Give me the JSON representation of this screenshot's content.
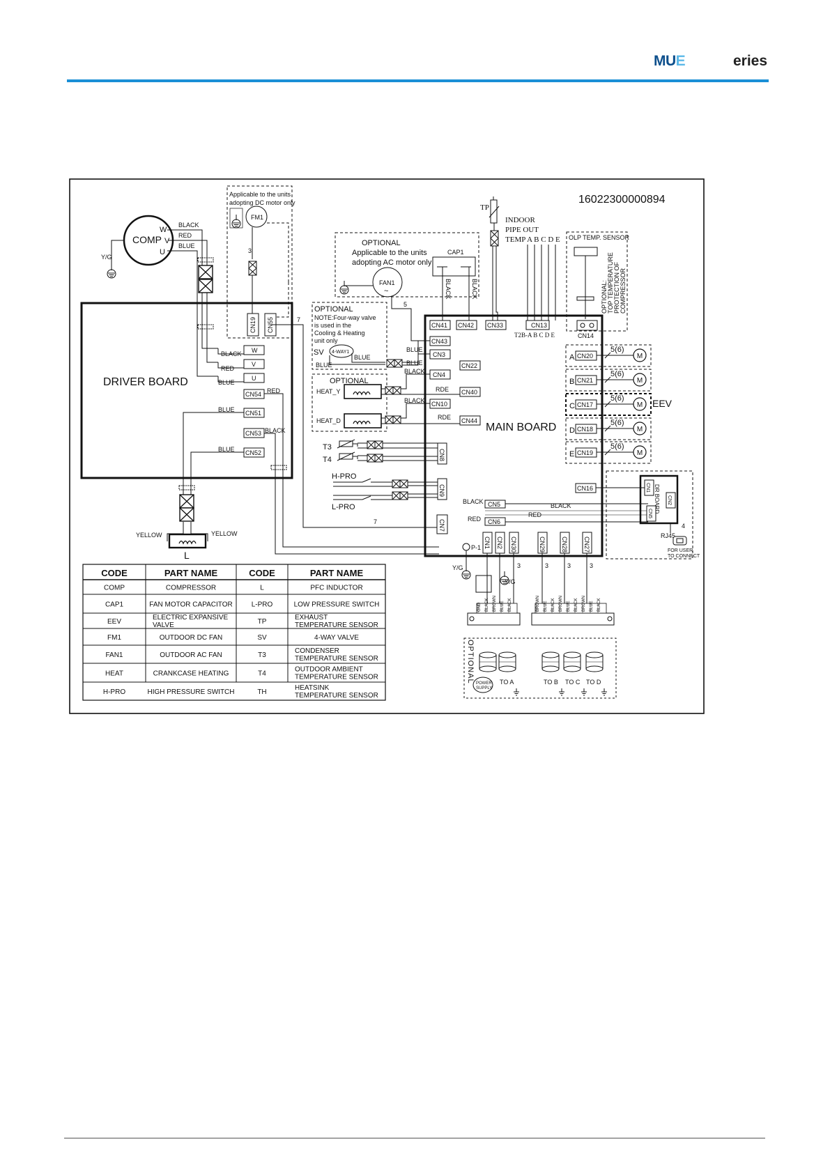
{
  "header": {
    "brand_mu": "MU",
    "brand_e": "E",
    "brand_suffix": "eries"
  },
  "diagram": {
    "code_number": "16022300000894",
    "comp": {
      "label": "COMP",
      "w": "W",
      "v": "V",
      "u": "U"
    },
    "yg": "Y/G",
    "fm1_note": [
      "Applicable to the units",
      "adopting DC  motor only"
    ],
    "fm1": "FM1",
    "wire": {
      "black": "BLACK",
      "red": "RED",
      "blue": "BLUE",
      "rde": "RDE",
      "yellow": "YELLOW"
    },
    "optional_ac": {
      "title": "OPTIONAL",
      "line1": "Applicable to the units",
      "line2": "adopting AC  motor only",
      "cap1": "CAP1",
      "fan1": "FAN1"
    },
    "tp": {
      "label": "TP",
      "indoor": [
        "INDOOR",
        "PIPE OUT",
        "TEMP A  B C D E"
      ],
      "t2b": "T2B-A  B  C  D E"
    },
    "olp": {
      "title": "OLP TEMP. SENSOR",
      "vertical": [
        "OPTIONAL:",
        "TOP TEMPERATURE",
        "PROTECTION OF",
        "COMPRESSOR"
      ],
      "cn14": "CN14"
    },
    "driver_board": "DRIVER BOARD",
    "main_board": "MAIN  BOARD",
    "optional_sv": {
      "title": "OPTIONAL",
      "note": [
        "NOTE:Four-way valve",
        " is used in the",
        "Cooling  & Heating",
        "unit only"
      ],
      "sv": "SV",
      "way": "4-WAY1"
    },
    "optional_heat": {
      "title": "OPTIONAL",
      "heat_y": "HEAT_Y",
      "heat_d": "HEAT_D"
    },
    "sensors": {
      "t3": "T3",
      "t4": "T4",
      "hpro": "H-PRO",
      "lpro": "L-PRO"
    },
    "inductor": "L",
    "p1": "P-1",
    "dr_board": "DR BOARD",
    "rj45": "RJ45",
    "for_user": [
      "FOR   USER",
      "TO CONNECT"
    ],
    "eev": "EEV",
    "eev_rows": [
      "A",
      "B",
      "C",
      "D",
      "E"
    ],
    "eev_conn": [
      "CN20",
      "CN21",
      "CN17",
      "CN18",
      "CN19"
    ],
    "eev_count": "5(6)",
    "motor": "M",
    "connectors": {
      "cn19": "CN19",
      "cn55": "CN55",
      "w": "W",
      "v": "V",
      "u": "U",
      "cn54": "CN54",
      "cn51": "CN51",
      "cn53": "CN53",
      "cn52": "CN52",
      "cn41": "CN41",
      "cn42": "CN42",
      "cn33": "CN33",
      "cn13": "CN13",
      "cn43": "CN43",
      "cn3": "CN3",
      "cn22": "CN22",
      "cn4": "CN4",
      "cn40": "CN40",
      "cn10": "CN10",
      "cn44": "CN44",
      "cn8": "CN8",
      "cn9": "CN9",
      "cn7": "CN7",
      "cn5": "CN5",
      "cn6": "CN6",
      "cn16": "CN16",
      "cn1": "CN1",
      "cn2": "CN2",
      "cn30": "CN30",
      "cn29": "CN29",
      "cn28": "CN28",
      "cn27": "CN27",
      "dr_cn1": "CN1",
      "dr_cn2": "CN2",
      "dr_cn5": "CN5"
    },
    "wire_counts": {
      "seven": "7",
      "five": "5",
      "three": "3",
      "four": "4"
    },
    "optional_vertical": "OPTIONAL",
    "terminals": {
      "power": [
        "POWER",
        "SUPPLY"
      ],
      "to_a": "TO  A",
      "to_b": "TO  B",
      "to_c": "TO  C",
      "to_d": "TO  D"
    },
    "terminal_labels_left": [
      "GND",
      "BLACK",
      "BROWN",
      "BLUE",
      "BLACK"
    ],
    "terminal_labels_right": [
      "BROWN",
      "BLUE",
      "BLACK",
      "BROWN",
      "BLUE",
      "BLACK",
      "BROWN",
      "BLUE",
      "BLACK"
    ]
  },
  "legend": {
    "headers": [
      "CODE",
      "PART NAME",
      "CODE",
      "PART NAME"
    ],
    "rows": [
      {
        "c1": "COMP",
        "p1": [
          "COMPRESSOR"
        ],
        "c2": "L",
        "p2": [
          "PFC INDUCTOR"
        ]
      },
      {
        "c1": "CAP1",
        "p1": [
          "FAN MOTOR CAPACITOR"
        ],
        "c2": "L-PRO",
        "p2": [
          "LOW PRESSURE SWITCH"
        ]
      },
      {
        "c1": "EEV",
        "p1": [
          "ELECTRIC EXPANSIVE",
          "VALVE"
        ],
        "c2": "TP",
        "p2": [
          "EXHAUST",
          "TEMPERATURE SENSOR"
        ]
      },
      {
        "c1": "FM1",
        "p1": [
          "OUTDOOR DC  FAN"
        ],
        "c2": "SV",
        "p2": [
          "4-WAY VALVE"
        ]
      },
      {
        "c1": "FAN1",
        "p1": [
          "OUTDOOR AC FAN"
        ],
        "c2": "T3",
        "p2": [
          "CONDENSER",
          "TEMPERATURE SENSOR"
        ]
      },
      {
        "c1": "HEAT",
        "p1": [
          "CRANKCASE HEATING"
        ],
        "c2": "T4",
        "p2": [
          "OUTDOOR AMBIENT",
          "TEMPERATURE SENSOR"
        ]
      },
      {
        "c1": "H-PRO",
        "p1": [
          "HIGH PRESSURE SWITCH"
        ],
        "c2": "TH",
        "p2": [
          "HEATSINK",
          "TEMPERATURE SENSOR"
        ]
      }
    ]
  }
}
